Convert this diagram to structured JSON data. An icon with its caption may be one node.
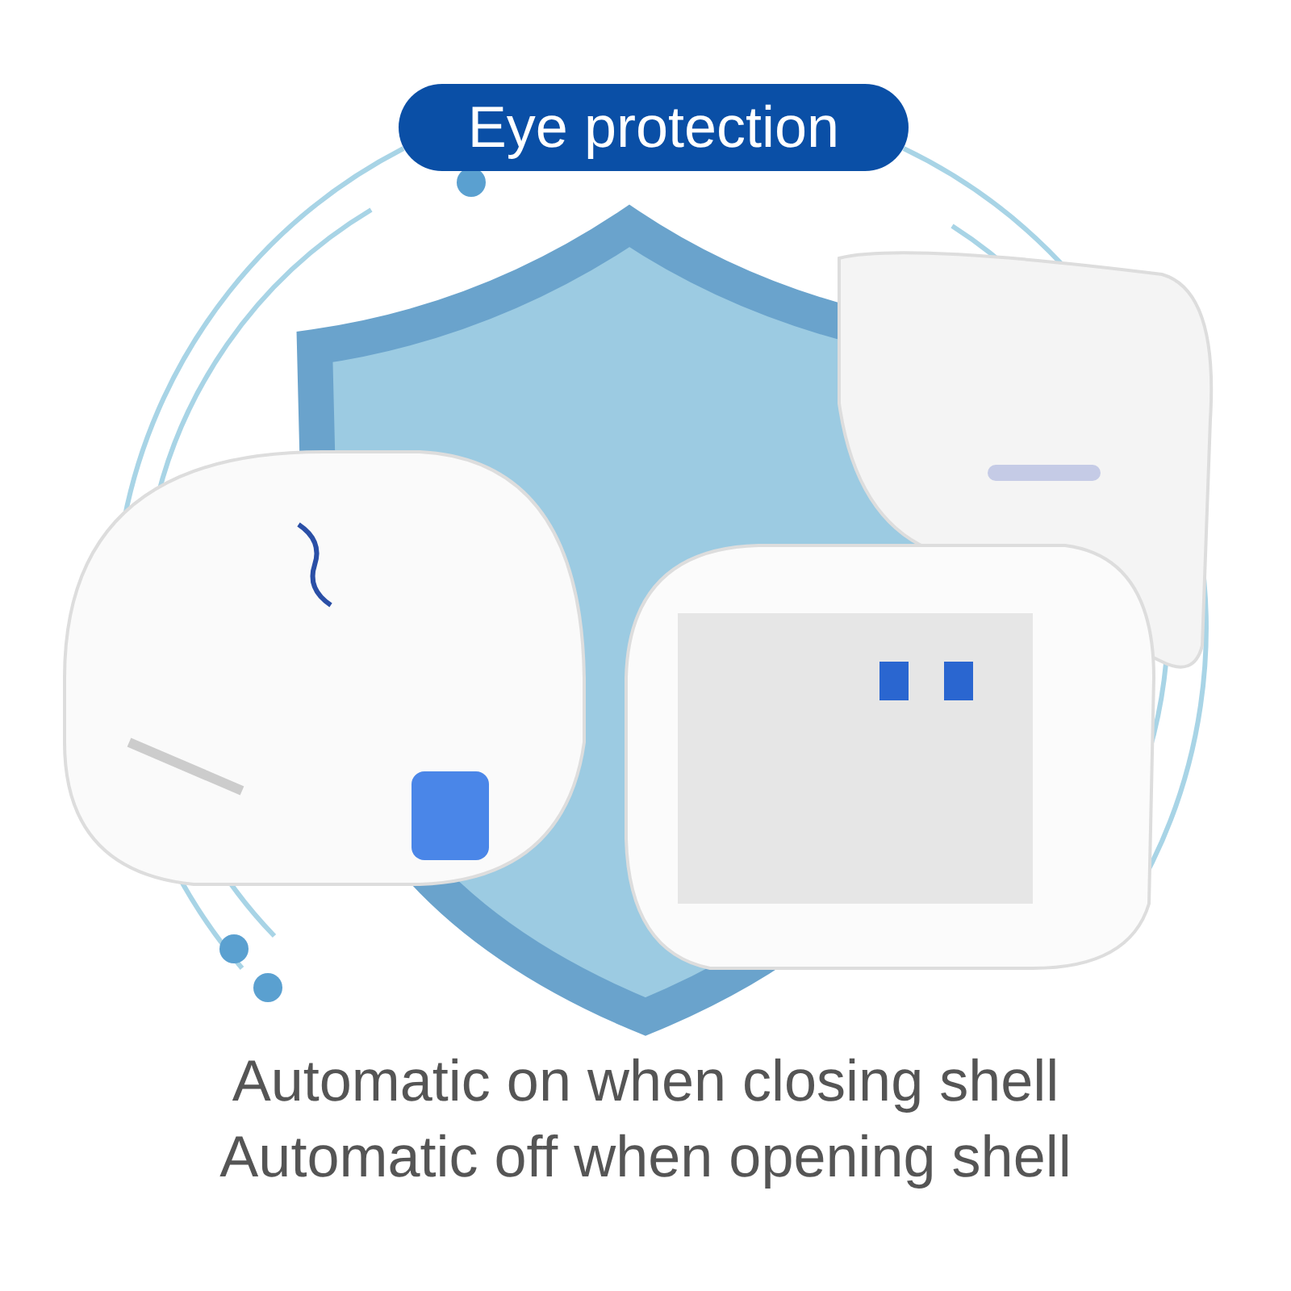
{
  "diagram": {
    "title": "Eye protection",
    "labels": [
      "Automatic on when closing shell",
      "Automatic off when opening shell"
    ]
  }
}
